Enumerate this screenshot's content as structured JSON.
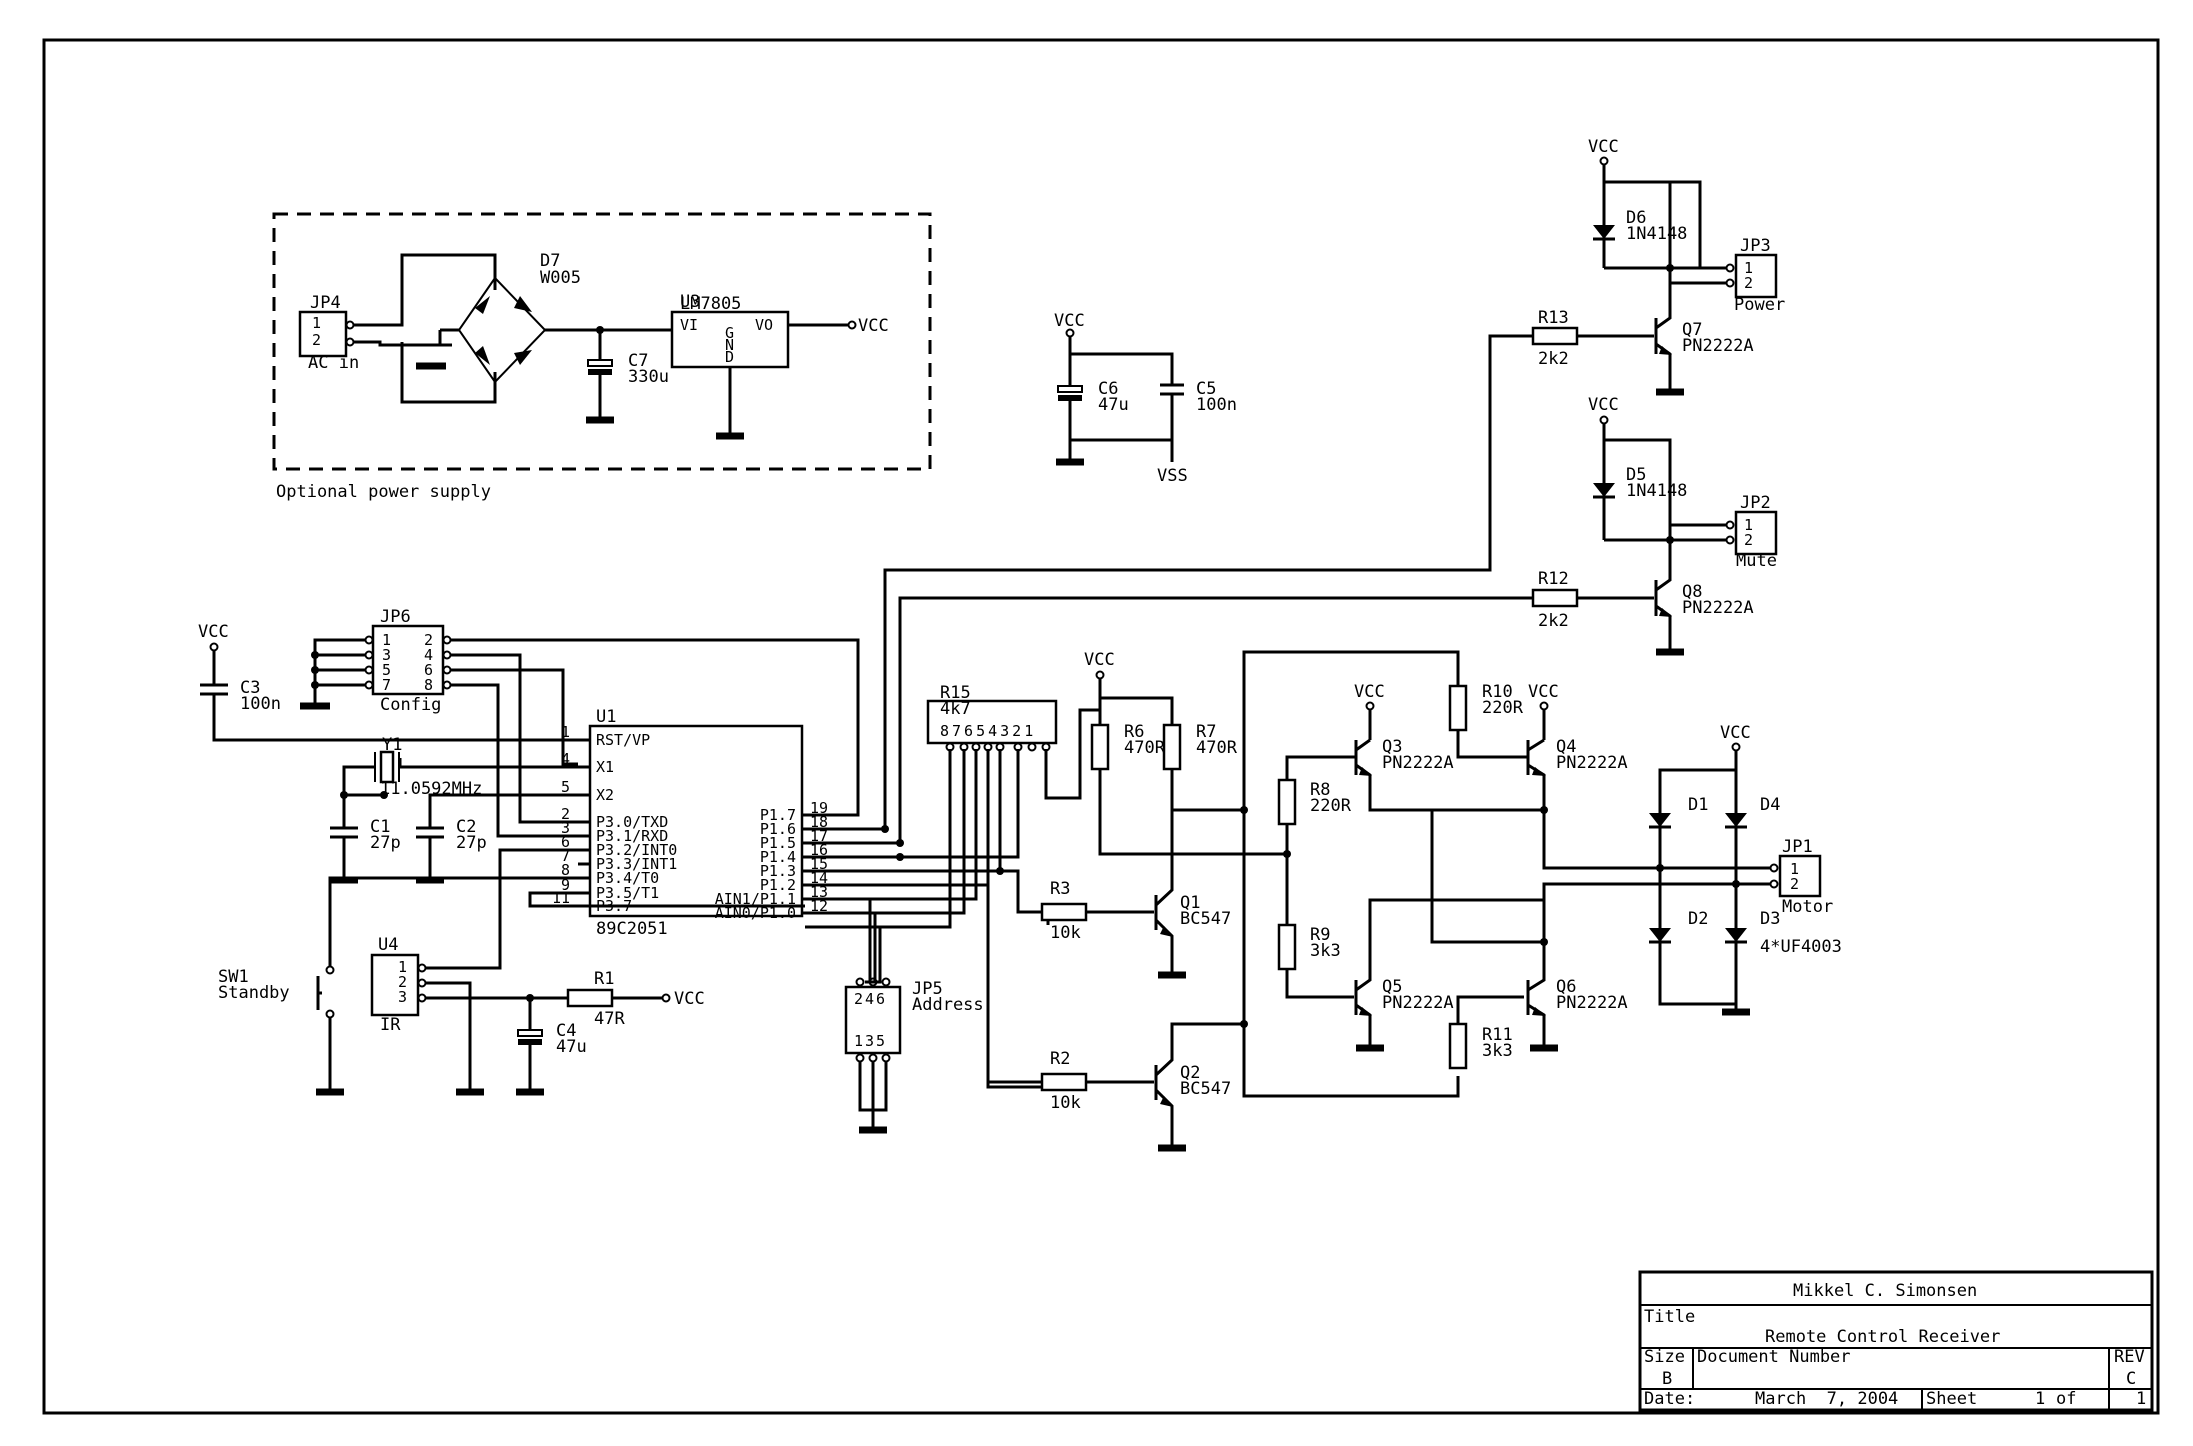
{
  "optional_supply": "Optional power supply",
  "parts": {
    "jp4": {
      "ref": "JP4",
      "value": "AC in",
      "pins": [
        "1",
        "2"
      ]
    },
    "d7": {
      "ref": "D7",
      "value": "W005"
    },
    "u3": {
      "ref": "U3",
      "value": "LM7805",
      "vi": "VI",
      "vo": "VO",
      "gnd": [
        "G",
        "N",
        "D"
      ]
    },
    "c7": {
      "ref": "C7",
      "value": "330u"
    },
    "c6": {
      "ref": "C6",
      "value": "47u"
    },
    "c5": {
      "ref": "C5",
      "value": "100n"
    },
    "jp6": {
      "ref": "JP6",
      "value": "Config",
      "left_pins": [
        "1",
        "3",
        "5",
        "7"
      ],
      "right_pins": [
        "2",
        "4",
        "6",
        "8"
      ]
    },
    "c3": {
      "ref": "C3",
      "value": "100n"
    },
    "y1": {
      "ref": "Y1",
      "value": "11.0592MHz"
    },
    "c1": {
      "ref": "C1",
      "value": "27p"
    },
    "c2": {
      "ref": "C2",
      "value": "27p"
    },
    "u1": {
      "ref": "U1",
      "value": "89C2051",
      "left_nums": [
        "1",
        "4",
        "5",
        "2",
        "3",
        "6",
        "7",
        "8",
        "9",
        "11"
      ],
      "left_names": [
        "RST/VP",
        "X1",
        "X2",
        "P3.0/TXD",
        "P3.1/RXD",
        "P3.2/INT0",
        "P3.3/INT1",
        "P3.4/T0",
        "P3.5/T1",
        "P3.7"
      ],
      "right_nums": [
        "19",
        "18",
        "17",
        "16",
        "15",
        "14",
        "13",
        "12"
      ],
      "right_names": [
        "P1.7",
        "P1.6",
        "P1.5",
        "P1.4",
        "P1.3",
        "P1.2",
        "AIN1/P1.1",
        "AIN0/P1.0"
      ]
    },
    "sw1": {
      "ref": "SW1",
      "value": "Standby"
    },
    "u4": {
      "ref": "U4",
      "value": "IR",
      "pins": [
        "1",
        "2",
        "3"
      ]
    },
    "r1": {
      "ref": "R1",
      "value": "47R"
    },
    "c4": {
      "ref": "C4",
      "value": "47u"
    },
    "r15": {
      "ref": "R15",
      "value": "4k7",
      "pins": "87654321"
    },
    "jp5": {
      "ref": "JP5",
      "value": "Address",
      "top": "246",
      "bottom": "135"
    },
    "r6": {
      "ref": "R6",
      "value": "470R"
    },
    "r7": {
      "ref": "R7",
      "value": "470R"
    },
    "r3": {
      "ref": "R3",
      "value": "10k"
    },
    "r2": {
      "ref": "R2",
      "value": "10k"
    },
    "q1": {
      "ref": "Q1",
      "value": "BC547"
    },
    "q2": {
      "ref": "Q2",
      "value": "BC547"
    },
    "r8": {
      "ref": "R8",
      "value": "220R"
    },
    "r9": {
      "ref": "R9",
      "value": "3k3"
    },
    "r10": {
      "ref": "R10",
      "value": "220R"
    },
    "r11": {
      "ref": "R11",
      "value": "3k3"
    },
    "q3": {
      "ref": "Q3",
      "value": "PN2222A"
    },
    "q4": {
      "ref": "Q4",
      "value": "PN2222A"
    },
    "q5": {
      "ref": "Q5",
      "value": "PN2222A"
    },
    "q6": {
      "ref": "Q6",
      "value": "PN2222A"
    },
    "d1": {
      "ref": "D1"
    },
    "d2": {
      "ref": "D2"
    },
    "d3": {
      "ref": "D3"
    },
    "d4": {
      "ref": "D4"
    },
    "diodes_value": "4*UF4003",
    "jp1": {
      "ref": "JP1",
      "value": "Motor",
      "pins": [
        "1",
        "2"
      ]
    },
    "d6": {
      "ref": "D6",
      "value": "1N4148"
    },
    "d5": {
      "ref": "D5",
      "value": "1N4148"
    },
    "jp3": {
      "ref": "JP3",
      "value": "Power",
      "pins": [
        "1",
        "2"
      ]
    },
    "jp2": {
      "ref": "JP2",
      "value": "Mute",
      "pins": [
        "1",
        "2"
      ]
    },
    "r13": {
      "ref": "R13",
      "value": "2k2"
    },
    "r12": {
      "ref": "R12",
      "value": "2k2"
    },
    "q7": {
      "ref": "Q7",
      "value": "PN2222A"
    },
    "q8": {
      "ref": "Q8",
      "value": "PN2222A"
    }
  },
  "nets": {
    "vcc": "VCC",
    "vss": "VSS"
  },
  "title_block": {
    "author": "Mikkel C. Simonsen",
    "title_label": "Title",
    "title": "Remote Control Receiver",
    "size_label": "Size",
    "size": "B",
    "doc_label": "Document Number",
    "rev_label": "REV",
    "rev": "C",
    "date_label": "Date:",
    "date": "March  7, 2004",
    "sheet_label": "Sheet",
    "sheet": "1",
    "of_label": "of",
    "of_total": "1"
  }
}
